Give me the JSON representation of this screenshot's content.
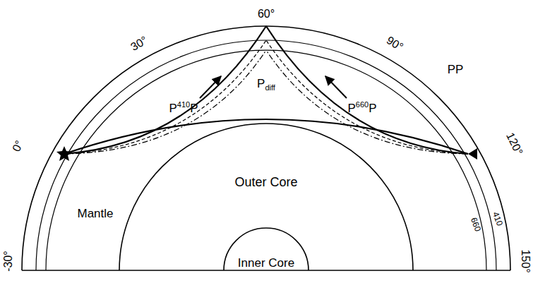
{
  "diagram": {
    "nodes": [
      {
        "text": [
          "Outer Core"
        ]
      },
      {
        "text": [
          "Inner Core"
        ],
        "in": 0
      }
    ],
    "labels": [
      "60°",
      "30°",
      "90°",
      "PP",
      "P",
      "diff",
      "P",
      "410",
      "P",
      "P",
      "660",
      "P",
      "0°",
      "120°",
      "Mantle",
      "660",
      "410",
      "-30°",
      "150°"
    ]
  }
}
